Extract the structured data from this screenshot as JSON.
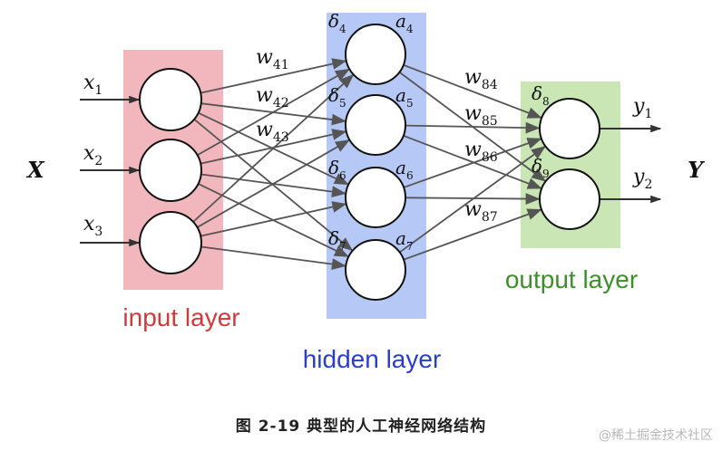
{
  "colors": {
    "input_layer_bg": "#f2b7bd",
    "hidden_layer_bg": "#b6c8f5",
    "output_layer_bg": "#c9e6b4",
    "input_label": "#d03a3a",
    "hidden_label": "#2a3ec9",
    "output_label": "#3e8f2c",
    "edges": "#555555",
    "neuron_stroke": "#111111"
  },
  "layers": {
    "input": {
      "label": "input layer",
      "inputs": [
        {
          "sym": "x",
          "sub": "1"
        },
        {
          "sym": "x",
          "sub": "2"
        },
        {
          "sym": "x",
          "sub": "3"
        }
      ],
      "group": "X"
    },
    "hidden": {
      "label": "hidden layer",
      "neurons": [
        {
          "delta": "δ",
          "delta_sub": "4",
          "act": "a",
          "act_sub": "4"
        },
        {
          "delta": "δ",
          "delta_sub": "5",
          "act": "a",
          "act_sub": "5"
        },
        {
          "delta": "δ",
          "delta_sub": "6",
          "act": "a",
          "act_sub": "6"
        },
        {
          "delta": "δ",
          "delta_sub": "7",
          "act": "a",
          "act_sub": "7"
        }
      ]
    },
    "output": {
      "label": "output layer",
      "neurons": [
        {
          "delta": "δ",
          "delta_sub": "8"
        },
        {
          "delta": "δ",
          "delta_sub": "9"
        }
      ],
      "outputs": [
        {
          "sym": "y",
          "sub": "1"
        },
        {
          "sym": "y",
          "sub": "2"
        }
      ],
      "group": "Y"
    }
  },
  "weights_input_hidden": [
    {
      "sym": "w",
      "sub": "41"
    },
    {
      "sym": "w",
      "sub": "42"
    },
    {
      "sym": "w",
      "sub": "43"
    }
  ],
  "weights_hidden_output": [
    {
      "sym": "w",
      "sub": "84"
    },
    {
      "sym": "w",
      "sub": "85"
    },
    {
      "sym": "w",
      "sub": "86"
    },
    {
      "sym": "w",
      "sub": "87"
    }
  ],
  "caption": "图 2-19 典型的人工神经网络结构",
  "watermark": "@稀土掘金技术社区"
}
